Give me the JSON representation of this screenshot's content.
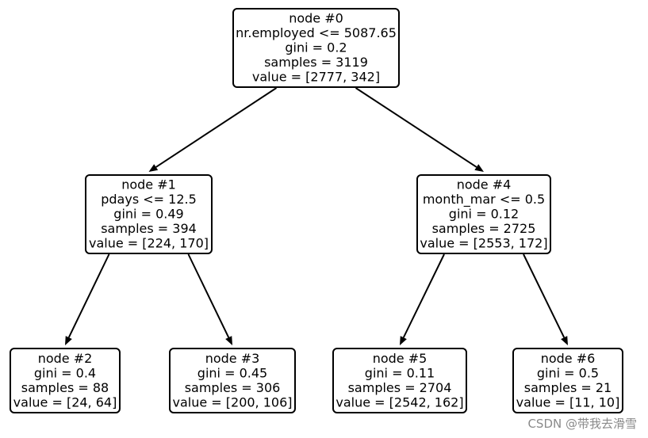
{
  "tree": {
    "nodes": [
      {
        "id": 0,
        "lines": [
          "node #0",
          "nr.employed <= 5087.65",
          "gini = 0.2",
          "samples = 3119",
          "value = [2777, 342]"
        ],
        "children": [
          1,
          4
        ]
      },
      {
        "id": 1,
        "lines": [
          "node #1",
          "pdays <= 12.5",
          "gini = 0.49",
          "samples = 394",
          "value = [224, 170]"
        ],
        "children": [
          2,
          3
        ]
      },
      {
        "id": 2,
        "lines": [
          "node #2",
          "gini = 0.4",
          "samples = 88",
          "value = [24, 64]"
        ],
        "children": []
      },
      {
        "id": 3,
        "lines": [
          "node #3",
          "gini = 0.45",
          "samples = 306",
          "value = [200, 106]"
        ],
        "children": []
      },
      {
        "id": 4,
        "lines": [
          "node #4",
          "month_mar <= 0.5",
          "gini = 0.12",
          "samples = 2725",
          "value = [2553, 172]"
        ],
        "children": [
          5,
          6
        ]
      },
      {
        "id": 5,
        "lines": [
          "node #5",
          "gini = 0.11",
          "samples = 2704",
          "value = [2542, 162]"
        ],
        "children": []
      },
      {
        "id": 6,
        "lines": [
          "node #6",
          "gini = 0.5",
          "samples = 21",
          "value = [11, 10]"
        ],
        "children": []
      }
    ]
  },
  "watermark": "CSDN @带我去滑雪"
}
